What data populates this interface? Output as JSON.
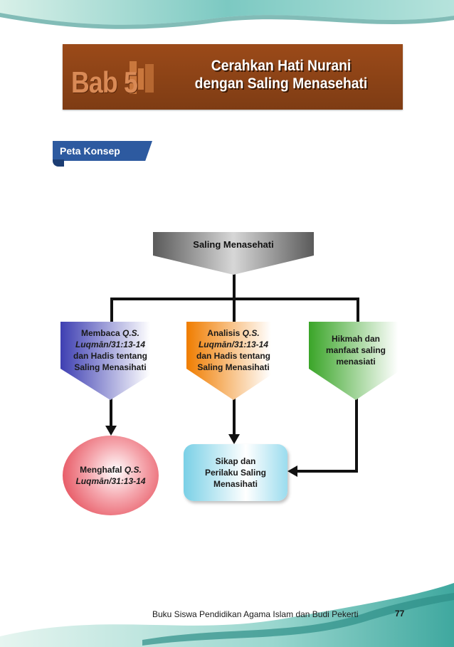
{
  "banner": {
    "bab_label": "Bab 5",
    "title_line1": "Cerahkan Hati Nurani",
    "title_line2": "dengan Saling Menasehati"
  },
  "section_label": "Peta Konsep",
  "diagram": {
    "root": "Saling Menasehati",
    "membaca": {
      "line1_plain": "Membaca ",
      "line1_italic": "Q.S.",
      "line2_italic": "Luqmān/31:13-14",
      "line3": "dan Hadis tentang",
      "line4": "Saling Menasihati"
    },
    "analisis": {
      "line1_plain": "Analisis ",
      "line1_italic": "Q.S.",
      "line2_italic": "Luqmān/31:13-14",
      "line3": "dan Hadis tentang",
      "line4": "Saling Menasihati"
    },
    "hikmah": {
      "line1": "Hikmah dan",
      "line2": "manfaat saling",
      "line3": "menasiati"
    },
    "menghafal": {
      "line1_plain": "Menghafal ",
      "line1_italic": "Q.S.",
      "line2_italic": "Luqmān/31:13-14"
    },
    "sikap": {
      "line1": "Sikap dan",
      "line2": "Perilaku Saling",
      "line3": "Menasihati"
    }
  },
  "footer": {
    "text": "Buku Siswa Pendidikan Agama Islam dan Budi Pekerti",
    "page_number": "77"
  },
  "colors": {
    "banner": "#8b4316",
    "section_label": "#2d5aa0",
    "membaca": "#3e3fb2",
    "analisis": "#f07d00",
    "hikmah": "#3aa528",
    "menghafal": "#e0313f",
    "sikap": "#7ad0e6"
  }
}
